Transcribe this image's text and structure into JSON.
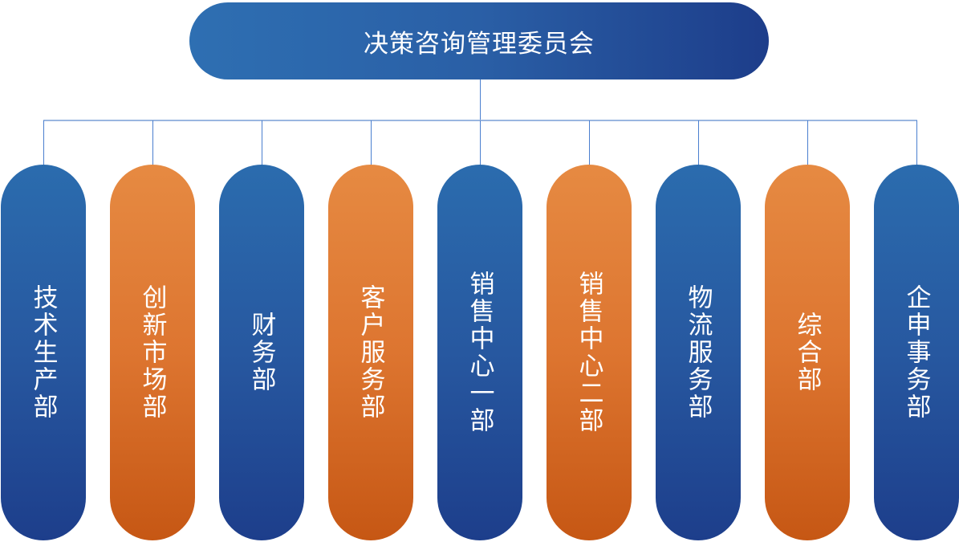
{
  "root": {
    "label": "决策咨询管理委员会"
  },
  "colors": {
    "blue": "#2b6cae",
    "orange": "#e68a42",
    "connector": "#4a7fcf"
  },
  "departments": [
    {
      "label": "技术生产部",
      "color": "blue"
    },
    {
      "label": "创新市场部",
      "color": "orange"
    },
    {
      "label": "财务部",
      "color": "blue"
    },
    {
      "label": "客户服务部",
      "color": "orange"
    },
    {
      "label": "销售中心一部",
      "color": "blue"
    },
    {
      "label": "销售中心二部",
      "color": "orange"
    },
    {
      "label": "物流服务部",
      "color": "blue"
    },
    {
      "label": "综合部",
      "color": "orange"
    },
    {
      "label": "企申事务部",
      "color": "blue"
    }
  ]
}
